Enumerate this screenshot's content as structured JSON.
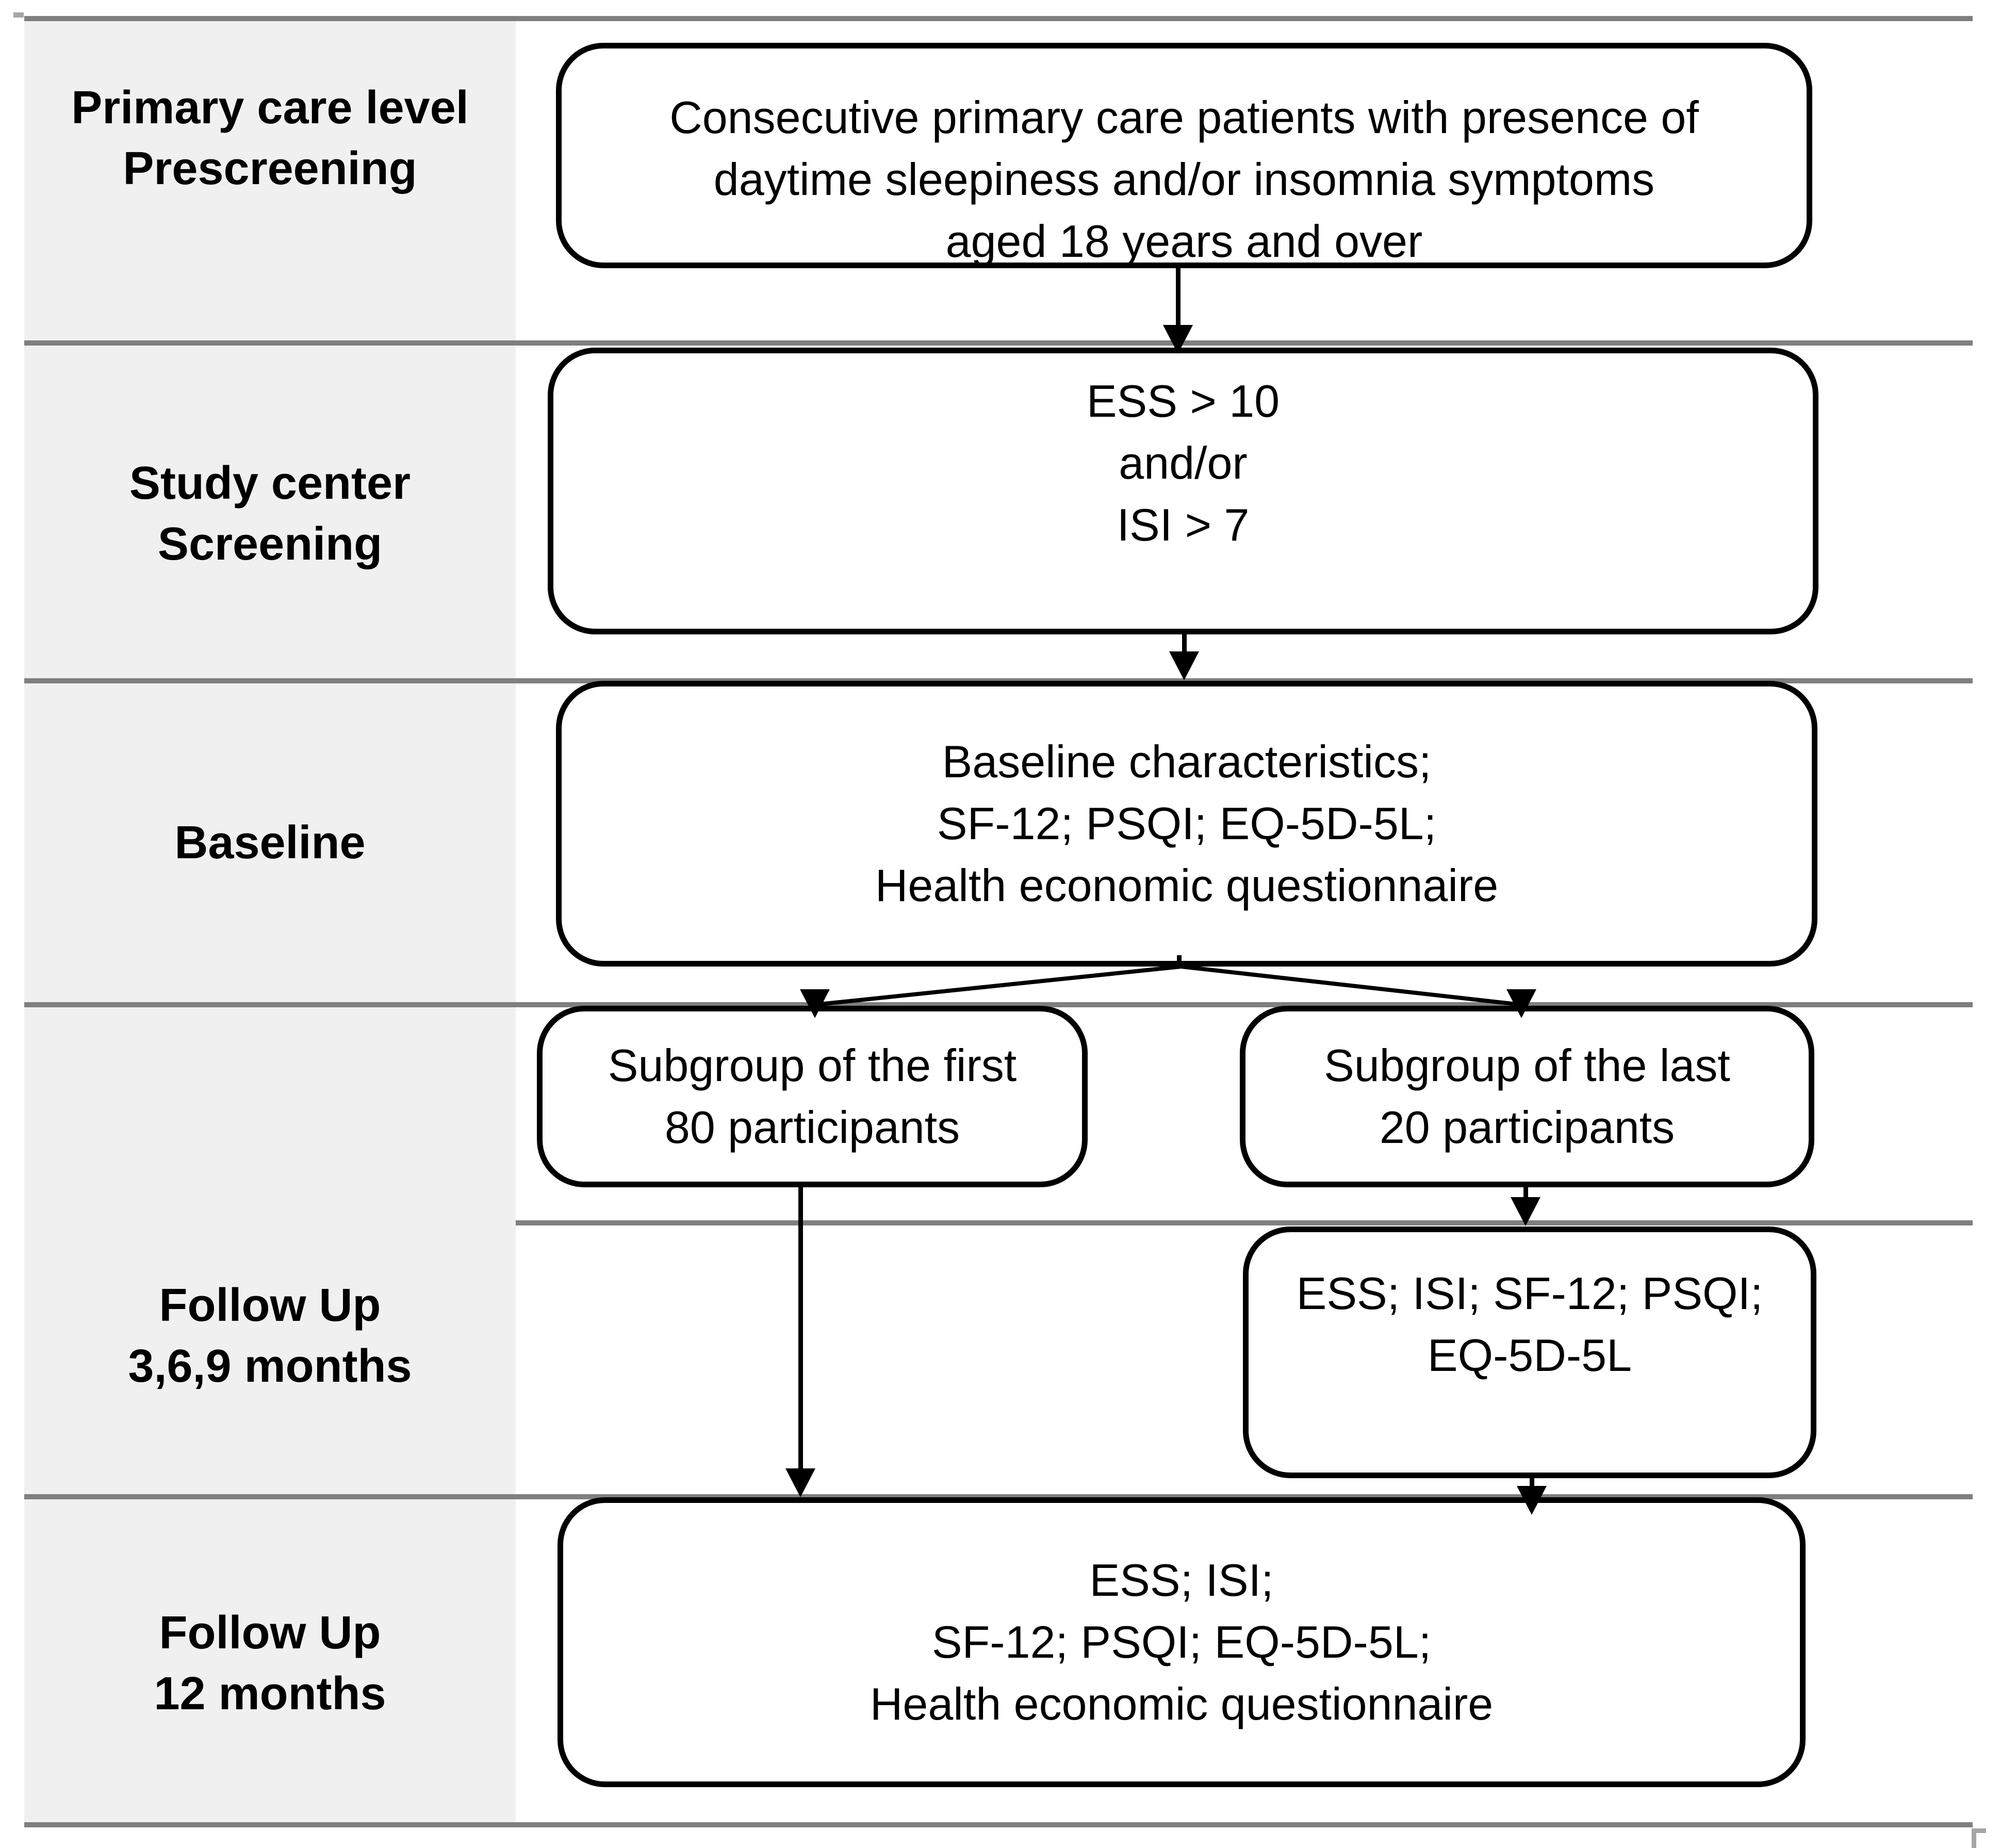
{
  "colors": {
    "row_line": "#7f7f7f",
    "stage_column_bg": "#f0f0f0",
    "box_border": "#000000",
    "text": "#000000",
    "canvas_bg": "#ffffff"
  },
  "stages": [
    {
      "lines": [
        "Primary care level",
        "Prescreening"
      ]
    },
    {
      "lines": [
        "Study center",
        "Screening"
      ]
    },
    {
      "lines": [
        "Baseline"
      ]
    },
    {
      "lines": [
        "Follow Up",
        "3,6,9 months"
      ]
    },
    {
      "lines": [
        "Follow Up",
        "12 months"
      ]
    }
  ],
  "boxes": {
    "prescreening": {
      "lines": [
        "Consecutive primary care patients with presence of",
        "daytime sleepiness and/or insomnia symptoms",
        "aged 18 years and over"
      ]
    },
    "screening": {
      "lines": [
        "ESS > 10",
        "and/or",
        "ISI > 7"
      ]
    },
    "baseline": {
      "lines": [
        "Baseline characteristics;",
        "SF-12; PSQI; EQ-5D-5L;",
        "Health economic questionnaire"
      ]
    },
    "subgroup_first": {
      "lines": [
        "Subgroup of the first",
        "80 participants"
      ]
    },
    "subgroup_last": {
      "lines": [
        "Subgroup of the last",
        "20 participants"
      ]
    },
    "followup_369": {
      "lines": [
        "ESS; ISI; SF-12; PSQI;",
        "EQ-5D-5L"
      ]
    },
    "followup_12": {
      "lines": [
        "ESS; ISI;",
        "SF-12; PSQI; EQ-5D-5L;",
        "Health economic questionnaire"
      ]
    }
  }
}
